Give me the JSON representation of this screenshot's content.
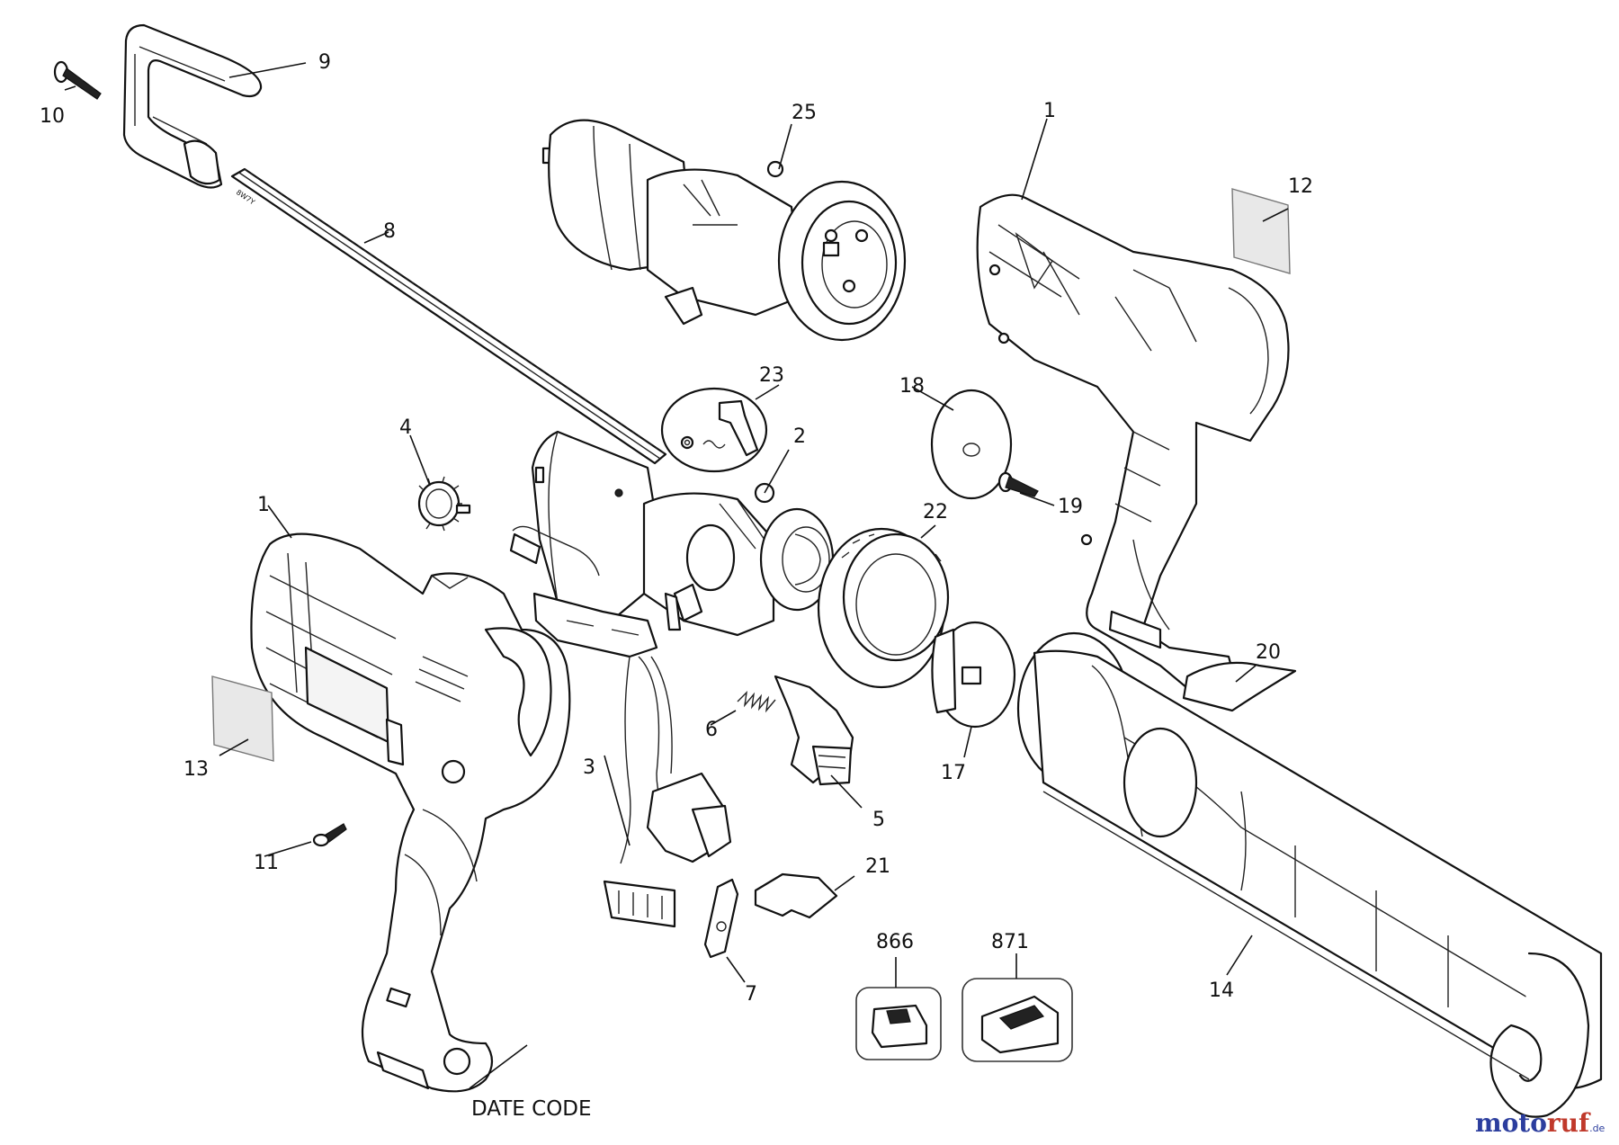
{
  "diagram": {
    "callouts": [
      {
        "id": "1",
        "text": "1"
      },
      {
        "id": "1b",
        "text": "1"
      },
      {
        "id": "2",
        "text": "2"
      },
      {
        "id": "3",
        "text": "3"
      },
      {
        "id": "4",
        "text": "4"
      },
      {
        "id": "5",
        "text": "5"
      },
      {
        "id": "6",
        "text": "6"
      },
      {
        "id": "7",
        "text": "7"
      },
      {
        "id": "8",
        "text": "8"
      },
      {
        "id": "9",
        "text": "9"
      },
      {
        "id": "10",
        "text": "10"
      },
      {
        "id": "11",
        "text": "11"
      },
      {
        "id": "12",
        "text": "12"
      },
      {
        "id": "13",
        "text": "13"
      },
      {
        "id": "14",
        "text": "14"
      },
      {
        "id": "17",
        "text": "17"
      },
      {
        "id": "18",
        "text": "18"
      },
      {
        "id": "19",
        "text": "19"
      },
      {
        "id": "20",
        "text": "20"
      },
      {
        "id": "21",
        "text": "21"
      },
      {
        "id": "22",
        "text": "22"
      },
      {
        "id": "23",
        "text": "23"
      },
      {
        "id": "25",
        "text": "25"
      },
      {
        "id": "866",
        "text": "866"
      },
      {
        "id": "871",
        "text": "871"
      }
    ],
    "date_code": "DATE CODE",
    "rack_marking": "8W7Y"
  },
  "watermark": {
    "part1": "moto",
    "part2": "ruf",
    "suffix": ".de"
  }
}
